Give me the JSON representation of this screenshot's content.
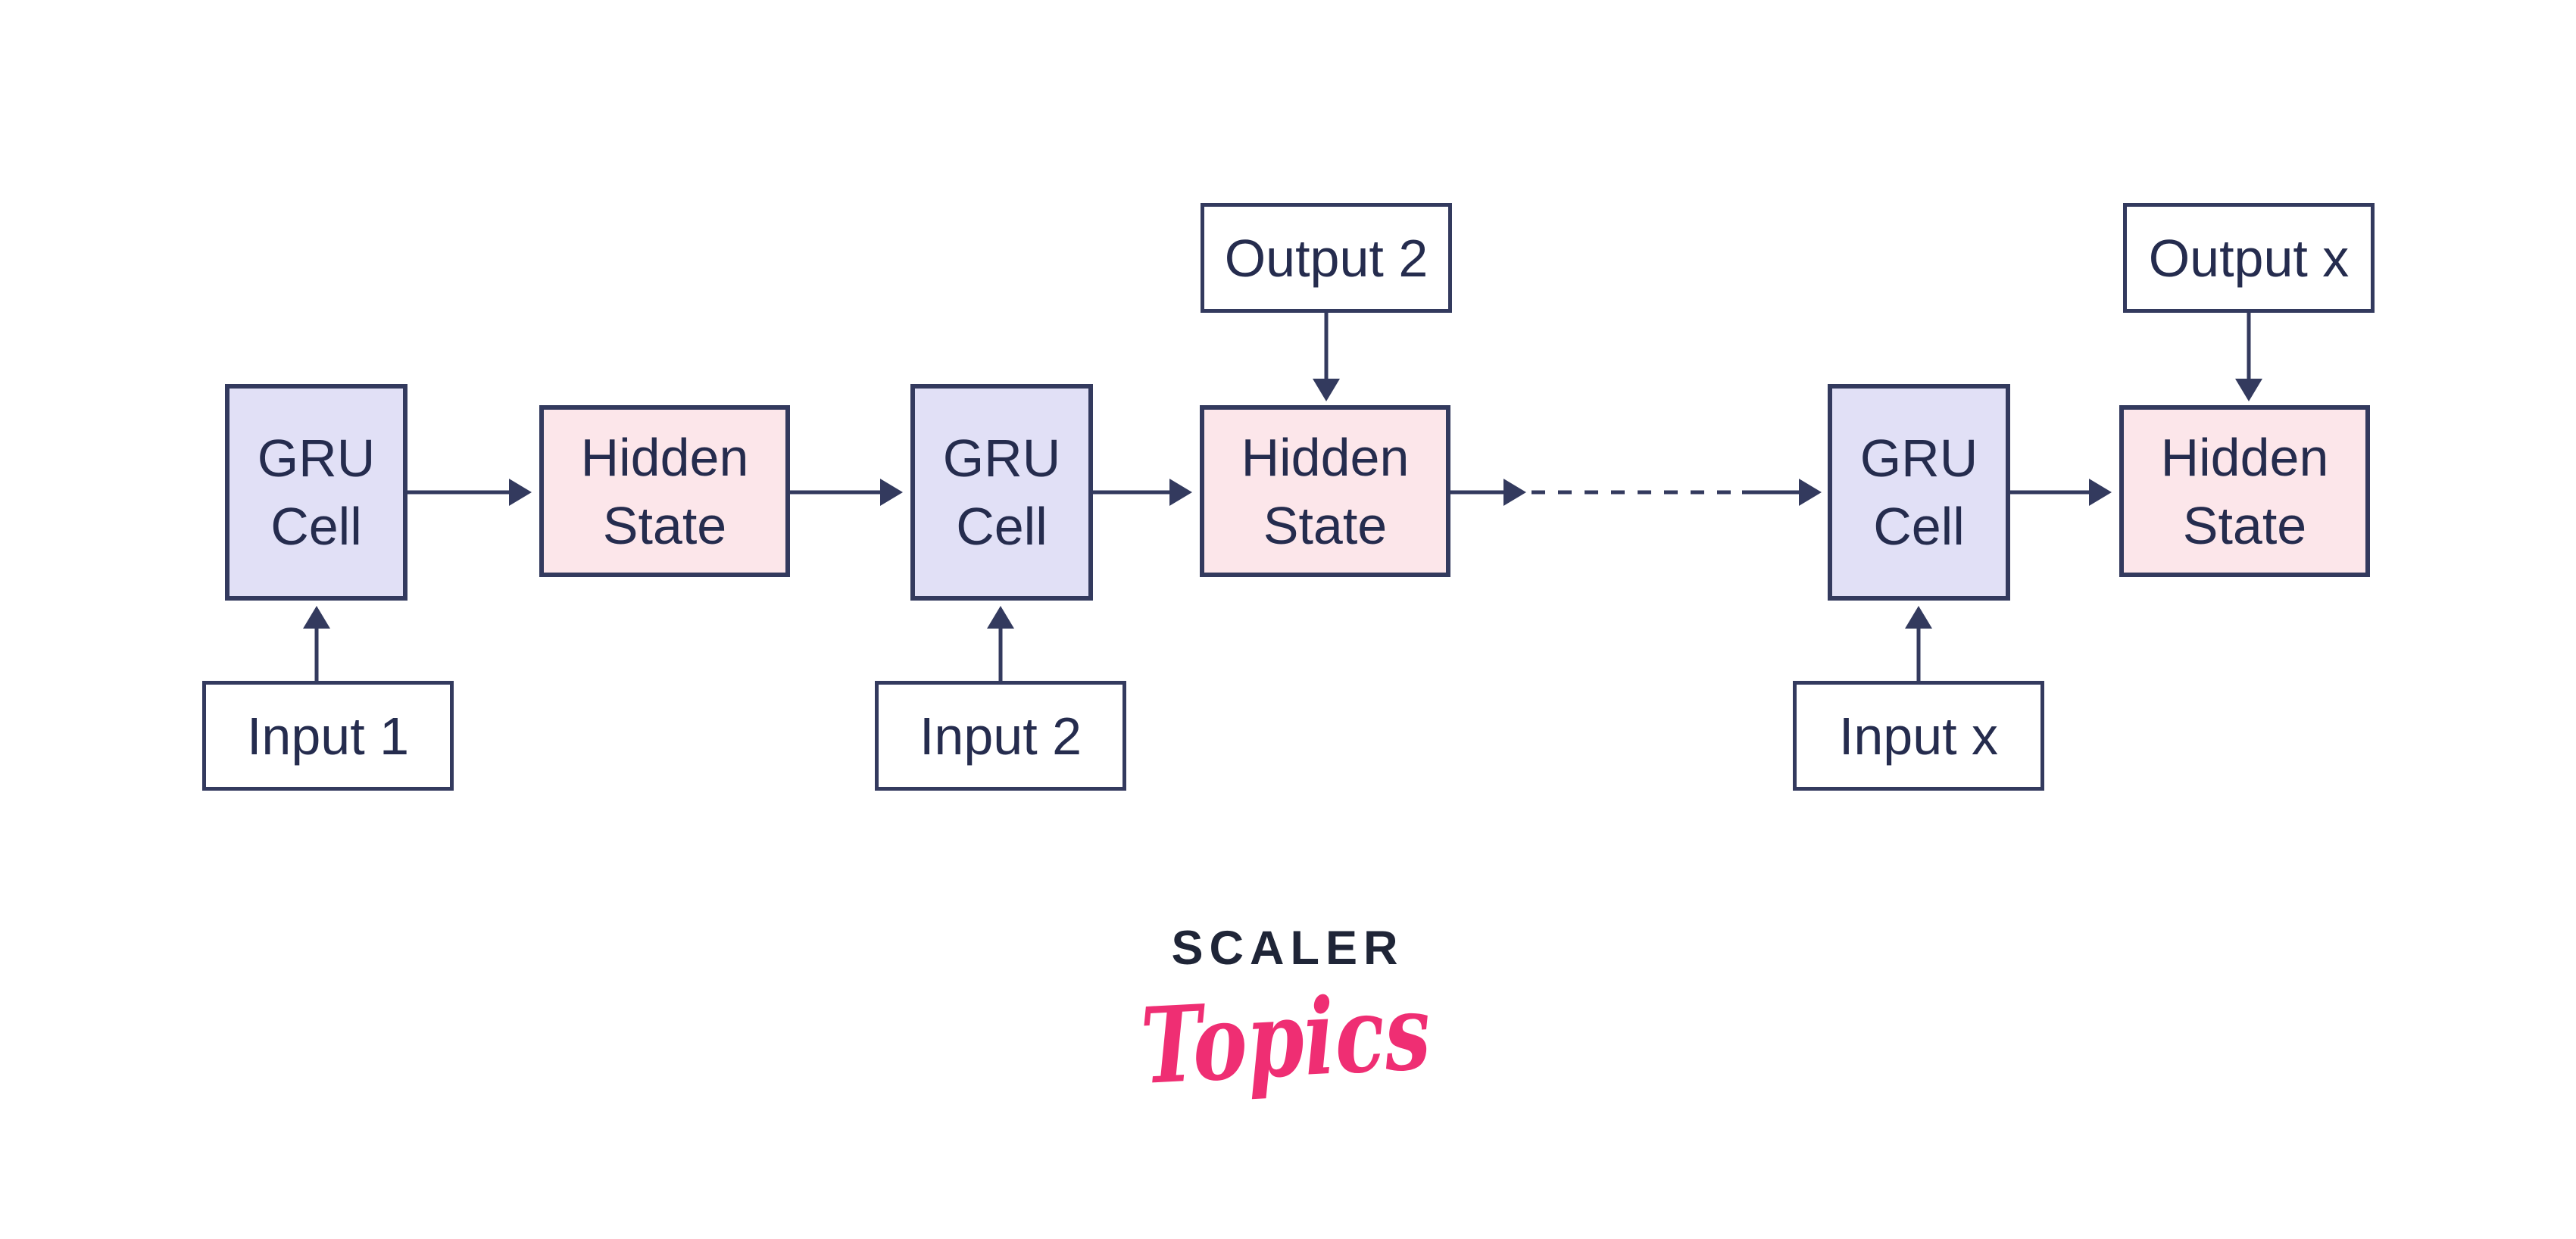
{
  "diagram": {
    "type": "flow-diagram",
    "topic": "GRU network unrolled over time steps",
    "colors": {
      "background": "#ffffff",
      "node_border": "#333a5e",
      "gru_cell_fill": "#e1e0f6",
      "hidden_state_fill": "#fce6ea",
      "io_box_fill": "#ffffff",
      "arrow": "#333a5e",
      "label_text": "#252c4e"
    },
    "nodes": {
      "gru1": {
        "line1": "GRU",
        "line2": "Cell"
      },
      "hidden1": {
        "line1": "Hidden",
        "line2": "State"
      },
      "gru2": {
        "line1": "GRU",
        "line2": "Cell"
      },
      "hidden2": {
        "line1": "Hidden",
        "line2": "State"
      },
      "gru3": {
        "line1": "GRU",
        "line2": "Cell"
      },
      "hidden3": {
        "line1": "Hidden",
        "line2": "State"
      },
      "output2": {
        "label": "Output 2"
      },
      "outputx": {
        "label": "Output x"
      },
      "input1": {
        "label": "Input 1"
      },
      "input2": {
        "label": "Input 2"
      },
      "inputx": {
        "label": "Input x"
      }
    },
    "connections": [
      "GRU Cell 1 -> Hidden State 1",
      "Hidden State 1 -> GRU Cell 2",
      "GRU Cell 2 -> Hidden State 2",
      "Hidden State 2 -> (dashed ellipsis) -> GRU Cell x",
      "GRU Cell x -> Hidden State x",
      "Output 2 -> Hidden State 2",
      "Output x -> Hidden State x",
      "Input 1 -> GRU Cell 1",
      "Input 2 -> GRU Cell 2",
      "Input x -> GRU Cell x"
    ]
  },
  "logo": {
    "brand": "SCALER",
    "wordmark": "Topics",
    "brand_color": "#1f2537",
    "wordmark_color": "#ef2e73"
  }
}
